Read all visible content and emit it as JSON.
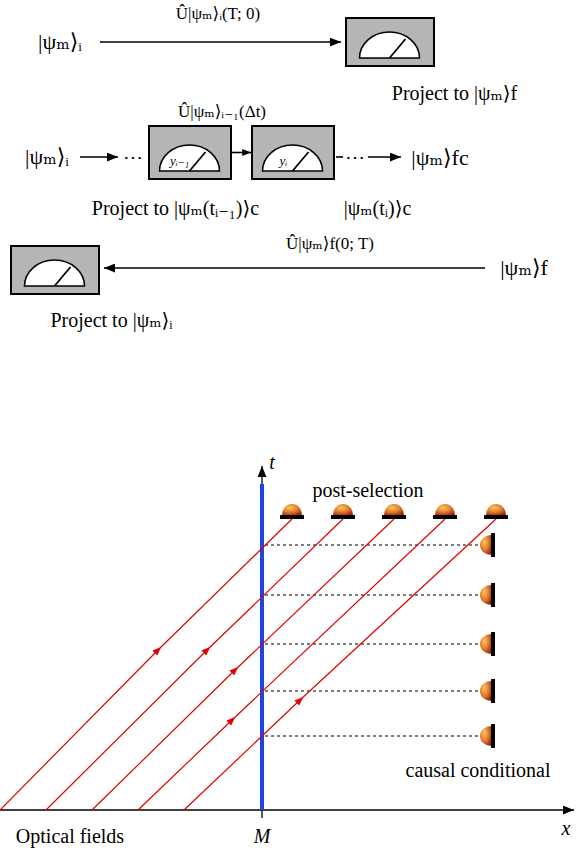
{
  "diagram": {
    "nodes": [
      {
        "text": [
          "Project to |ψₘ⟩f"
        ]
      },
      {
        "text": [
          "yᵢ₋₁",
          "Project to |ψₘ(tᵢ₋₁)⟩c"
        ]
      },
      {
        "text": [
          "yᵢ",
          "|ψₘ(tᵢ)⟩c"
        ]
      },
      {
        "text": [
          "Project to |ψₘ⟩ᵢ"
        ]
      }
    ],
    "edges": [
      {
        "from": 1,
        "to": 2,
        "arrow": "to",
        "label": "Û|ψₘ⟩ᵢ₋₁(Δt)"
      }
    ],
    "labels": [
      "|ψₘ⟩ᵢ",
      "Û|ψₘ⟩ᵢ(T; 0)",
      "|ψₘ⟩ᵢ",
      "⋯",
      "⋯",
      "|ψₘ⟩fc",
      "Û|ψₘ⟩f(0; T)",
      "|ψₘ⟩f",
      "t",
      "post-selection",
      "causal conditional",
      "Optical fields",
      "M",
      "x"
    ]
  }
}
